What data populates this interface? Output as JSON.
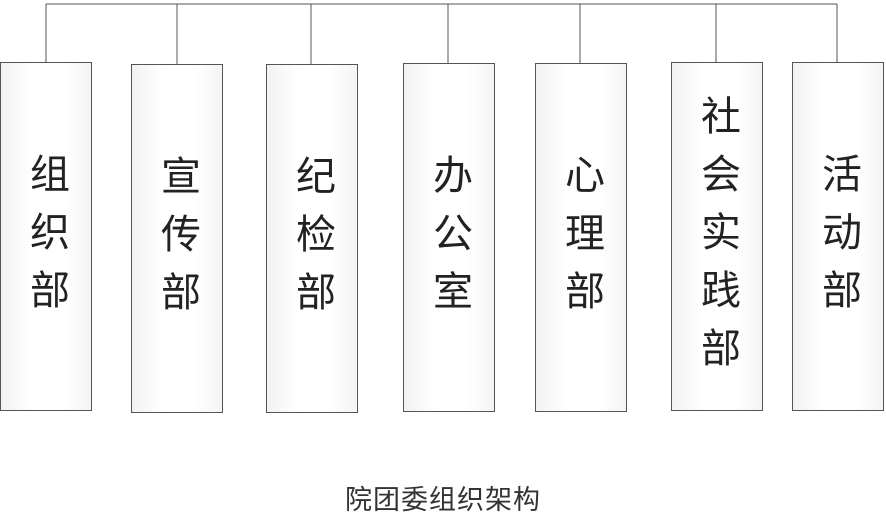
{
  "diagram": {
    "title": "院团委组织架构",
    "departments": [
      {
        "label": "组织部"
      },
      {
        "label": "宣传部"
      },
      {
        "label": "纪检部"
      },
      {
        "label": "办公室"
      },
      {
        "label": "心理部"
      },
      {
        "label": "社会实践部"
      },
      {
        "label": "活动部"
      }
    ]
  },
  "colors": {
    "line": "#555555",
    "border": "#555555",
    "text": "#222222"
  }
}
